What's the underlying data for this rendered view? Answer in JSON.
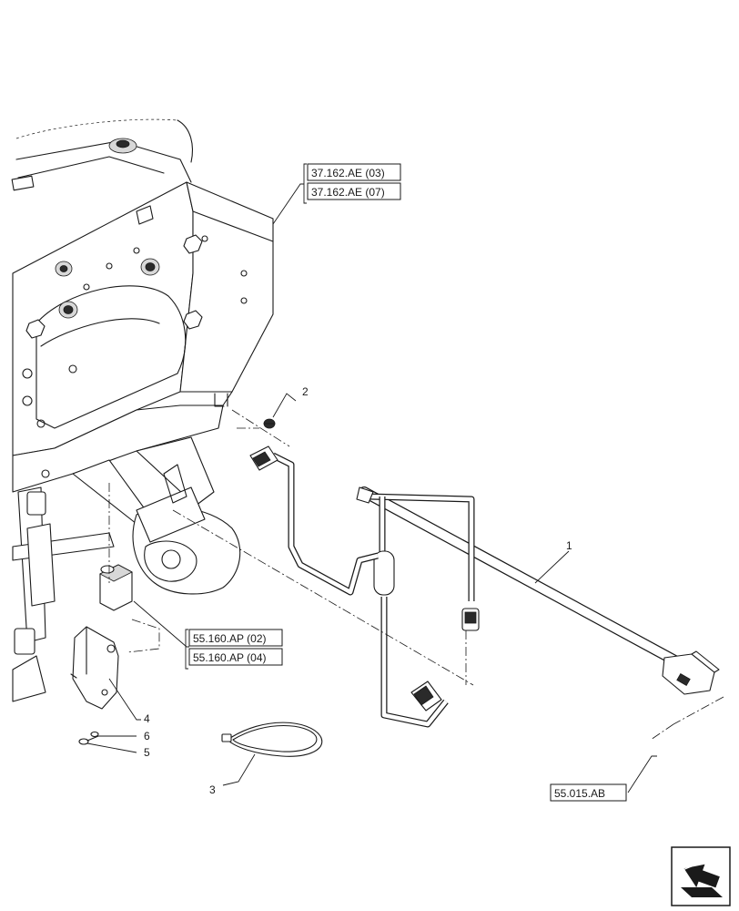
{
  "callouts": {
    "item_1": "1",
    "item_2": "2",
    "item_3": "3",
    "item_4": "4",
    "item_5": "5",
    "item_6": "6"
  },
  "references": {
    "ref_a_1": "37.162.AE (03)",
    "ref_a_2": "37.162.AE (07)",
    "ref_b_1": "55.160.AP (02)",
    "ref_b_2": "55.160.AP (04)",
    "ref_c": "55.015.AB"
  },
  "nav_icon": "navigate-arrow-icon"
}
